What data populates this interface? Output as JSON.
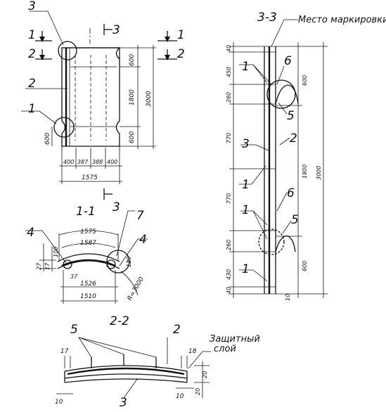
{
  "sections": {
    "s33": "3-3",
    "s11": "1-1",
    "s22": "2-2",
    "cut1": "1",
    "cut2": "2",
    "cut3": "3"
  },
  "notes": {
    "marking_place": "Место маркировки",
    "protective_layer_1": "Защитный",
    "protective_layer_2": "слой",
    "radius": "R=3000"
  },
  "callouts": [
    "1",
    "2",
    "3",
    "4",
    "5",
    "6",
    "7"
  ],
  "plan_view": {
    "right_dims": [
      "600",
      "1800",
      "600"
    ],
    "total_height": "3000",
    "bottom_dims": [
      "400",
      "387",
      "388",
      "400"
    ],
    "total_width": "1575",
    "left_dim": "600"
  },
  "section_3_3": {
    "left_dims": [
      "40",
      "450",
      "260",
      "770",
      "770",
      "260",
      "430",
      "40"
    ],
    "right_dims": [
      "600",
      "1800",
      "600"
    ],
    "total": "3000",
    "bottom": "10"
  },
  "section_1_1": {
    "top_dims": [
      "1575",
      "1587"
    ],
    "bottom_dims": [
      "1526",
      "1510"
    ],
    "left_dims": [
      "27",
      "17",
      "100"
    ],
    "angle_dim": "37",
    "right_dim": "120"
  },
  "section_2_2": {
    "dims": [
      "17",
      "18",
      "10",
      "10",
      "20",
      "20"
    ]
  }
}
